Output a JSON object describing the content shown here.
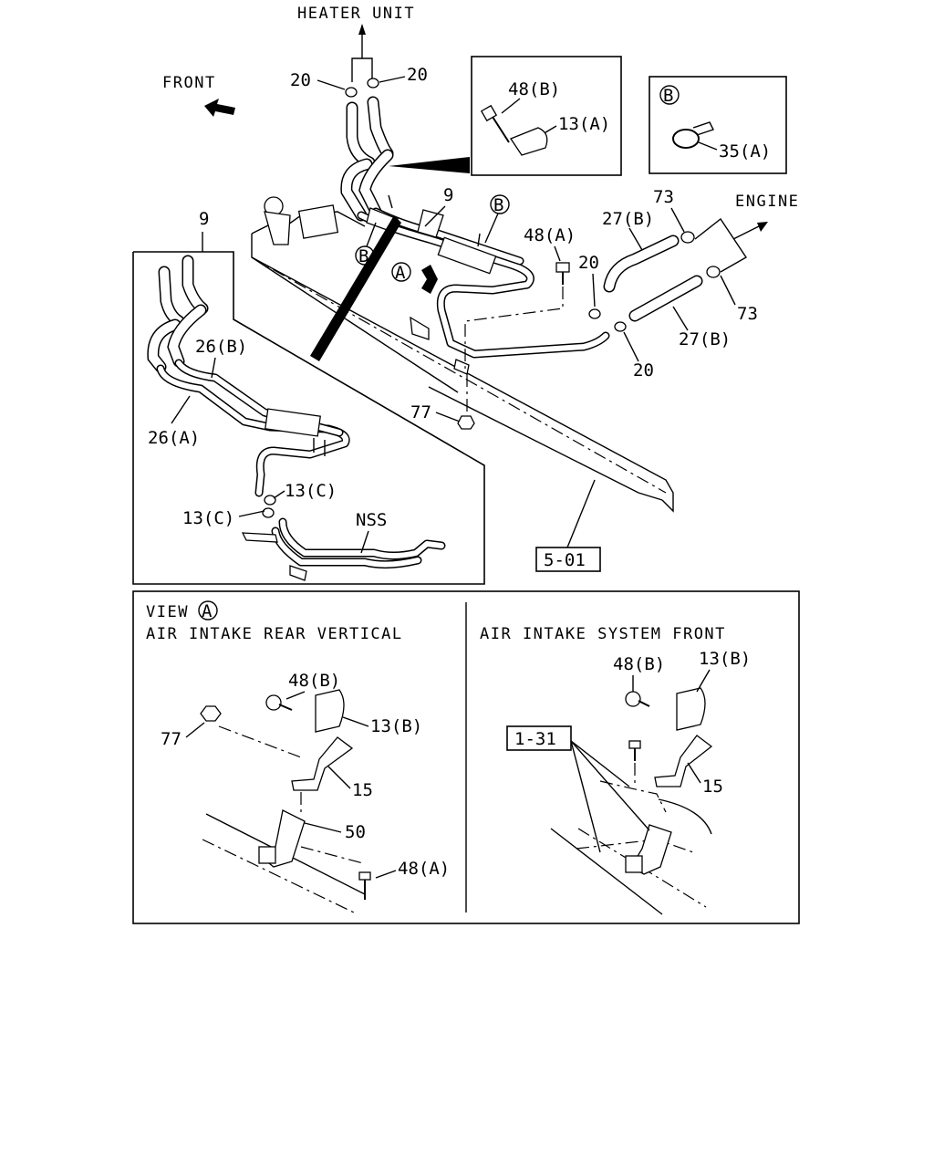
{
  "labels": {
    "heater_unit": "HEATER UNIT",
    "front": "FRONT",
    "engine": "ENGINE",
    "clamp_20_a": "20",
    "clamp_20_b": "20",
    "clamp_20_c": "20",
    "clamp_20_d": "20",
    "bolt_48b_top": "48(B)",
    "clip_13a": "13(A)",
    "view_b_marker": "B",
    "clamp_35a": "35(A)",
    "pipe_9_main": "9",
    "pipe_9_box": "9",
    "callout_b_1": "B",
    "callout_b_2": "B",
    "callout_a": "A",
    "bolt_48a_top": "48(A)",
    "hose_27b_a": "27(B)",
    "hose_27b_b": "27(B)",
    "clamp_73_a": "73",
    "clamp_73_b": "73",
    "pipe_26b": "26(B)",
    "pipe_26a": "26(A)",
    "clip_13c_a": "13(C)",
    "clip_13c_b": "13(C)",
    "nss": "NSS",
    "nut_77_top": "77",
    "ref_501": "5-01"
  },
  "view_a": {
    "title_prefix": "VIEW",
    "marker": "A",
    "left_title": "AIR INTAKE REAR VERTICAL",
    "right_title": "AIR INTAKE SYSTEM FRONT",
    "left": {
      "bolt_48b": "48(B)",
      "nut_77": "77",
      "clip_13b": "13(B)",
      "bracket_15": "15",
      "bracket_50": "50",
      "bolt_48a": "48(A)"
    },
    "right": {
      "bolt_48b": "48(B)",
      "clip_13b": "13(B)",
      "ref_131": "1-31",
      "bracket_15": "15"
    }
  }
}
